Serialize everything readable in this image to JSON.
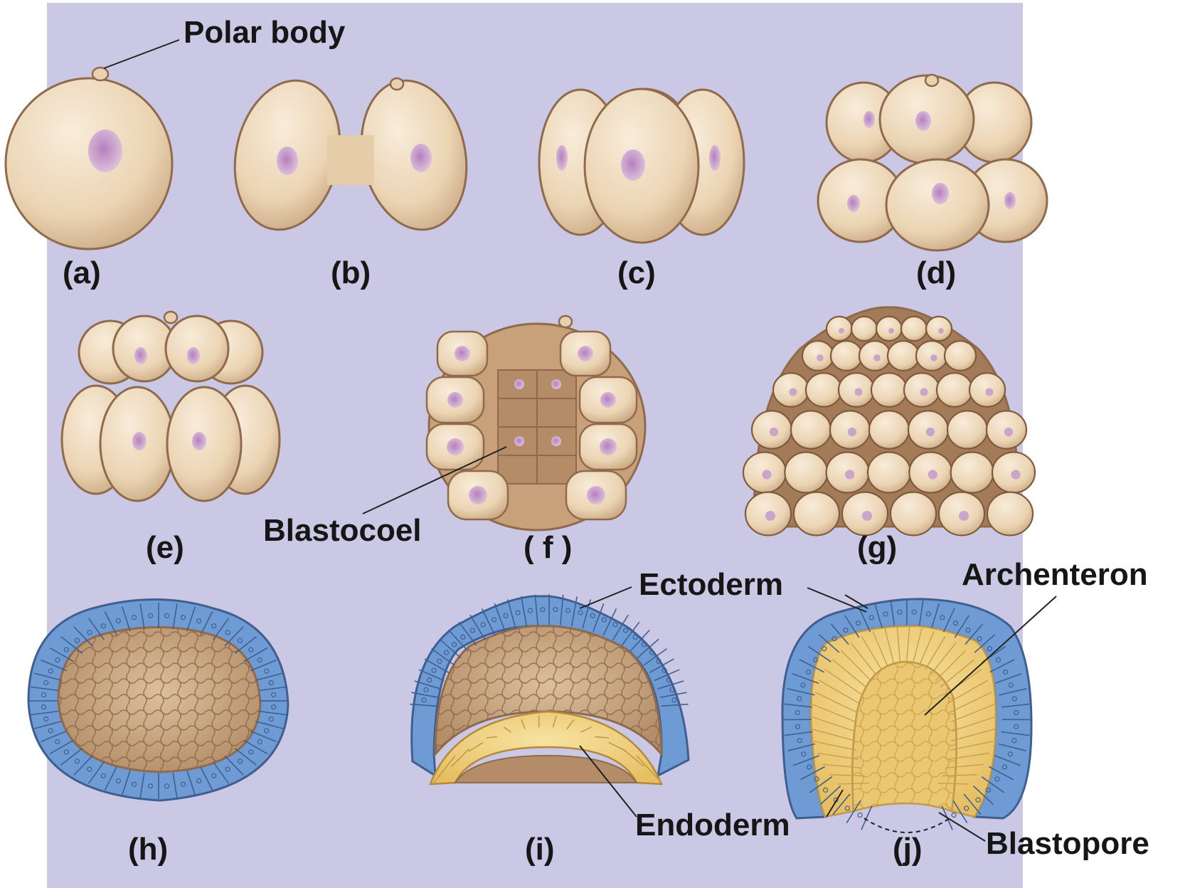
{
  "stage_labels": {
    "a": "(a)",
    "b": "(b)",
    "c": "(c)",
    "d": "(d)",
    "e": "(e)",
    "f": "( f )",
    "g": "(g)",
    "h": "(h)",
    "i": "(i)",
    "j": "(j)"
  },
  "callouts": {
    "polar_body": "Polar body",
    "blastocoel": "Blastocoel",
    "ectoderm": "Ectoderm",
    "archenteron": "Archenteron",
    "endoderm": "Endoderm",
    "blastopore": "Blastopore"
  },
  "colors": {
    "background_panel": "#cac8e4",
    "cell_fill": "#ecd6b6",
    "cell_outline": "#8f6a4c",
    "nucleus": "#c49ac8",
    "ectoderm": "#6f9bd4",
    "endoderm": "#f3d888",
    "interior": "#c9a47f"
  }
}
